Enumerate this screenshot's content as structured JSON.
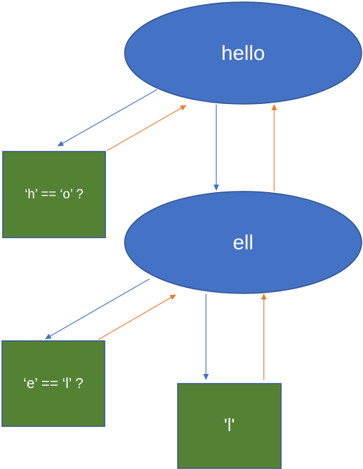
{
  "nodes": {
    "root": {
      "label": "hello",
      "shape": "ellipse",
      "fill": "#4472C4",
      "stroke": "#2F528F"
    },
    "middle": {
      "label": "ell",
      "shape": "ellipse",
      "fill": "#4472C4",
      "stroke": "#2F528F"
    },
    "compare_top": {
      "label": "‘h’ == ‘o’ ?",
      "shape": "rectangle",
      "fill": "#548235",
      "stroke": "#2F528F"
    },
    "compare_bottom": {
      "label": "‘e’ == ‘l’ ?",
      "shape": "rectangle",
      "fill": "#548235",
      "stroke": "#2F528F"
    },
    "base": {
      "label": "'l'",
      "shape": "rectangle",
      "fill": "#548235",
      "stroke": "#2F528F"
    }
  },
  "edges": [
    {
      "from": "root",
      "to": "compare_top",
      "color": "#4472C4"
    },
    {
      "from": "compare_top",
      "to": "root",
      "color": "#ED7D31"
    },
    {
      "from": "root",
      "to": "middle",
      "color": "#4472C4"
    },
    {
      "from": "middle",
      "to": "root",
      "color": "#ED7D31"
    },
    {
      "from": "middle",
      "to": "compare_bottom",
      "color": "#4472C4"
    },
    {
      "from": "compare_bottom",
      "to": "middle",
      "color": "#ED7D31"
    },
    {
      "from": "middle",
      "to": "base",
      "color": "#4472C4"
    },
    {
      "from": "base",
      "to": "middle",
      "color": "#ED7D31"
    }
  ],
  "colors": {
    "call_arrow": "#4472C4",
    "return_arrow": "#ED7D31"
  }
}
